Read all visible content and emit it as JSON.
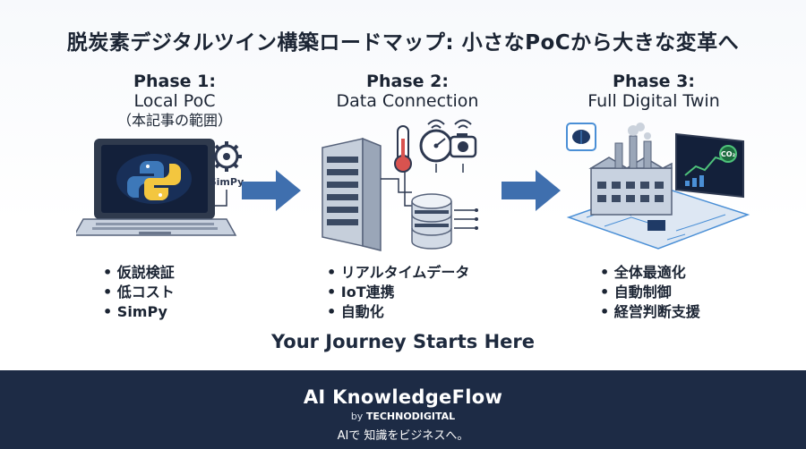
{
  "title": "脱炭素デジタルツイン構築ロードマップ: 小さなPoCから大きな変革へ",
  "phases": [
    {
      "title": "Phase 1:",
      "subtitle": "Local PoC",
      "note": "（本記事の範囲）",
      "icon_label": "SimPy",
      "bullets": [
        "仮説検証",
        "低コスト",
        "SimPy"
      ]
    },
    {
      "title": "Phase 2:",
      "subtitle": "Data Connection",
      "bullets": [
        "リアルタイムデータ",
        "IoT連携",
        "自動化"
      ]
    },
    {
      "title": "Phase 3:",
      "subtitle": "Full Digital Twin",
      "screen_label": "CO₂",
      "bullets": [
        "全体最適化",
        "自動制御",
        "経営判断支援"
      ]
    }
  ],
  "journey": "Your Journey Starts Here",
  "footer": {
    "brand": "AI KnowledgeFlow",
    "by": "by",
    "company": "TECHNODIGITAL",
    "tagline": "AIで 知識をビジネスへ。"
  },
  "colors": {
    "accent": "#3f6fae",
    "footer_bg": "#1d2b45",
    "circuit": "#4a8fd6"
  }
}
